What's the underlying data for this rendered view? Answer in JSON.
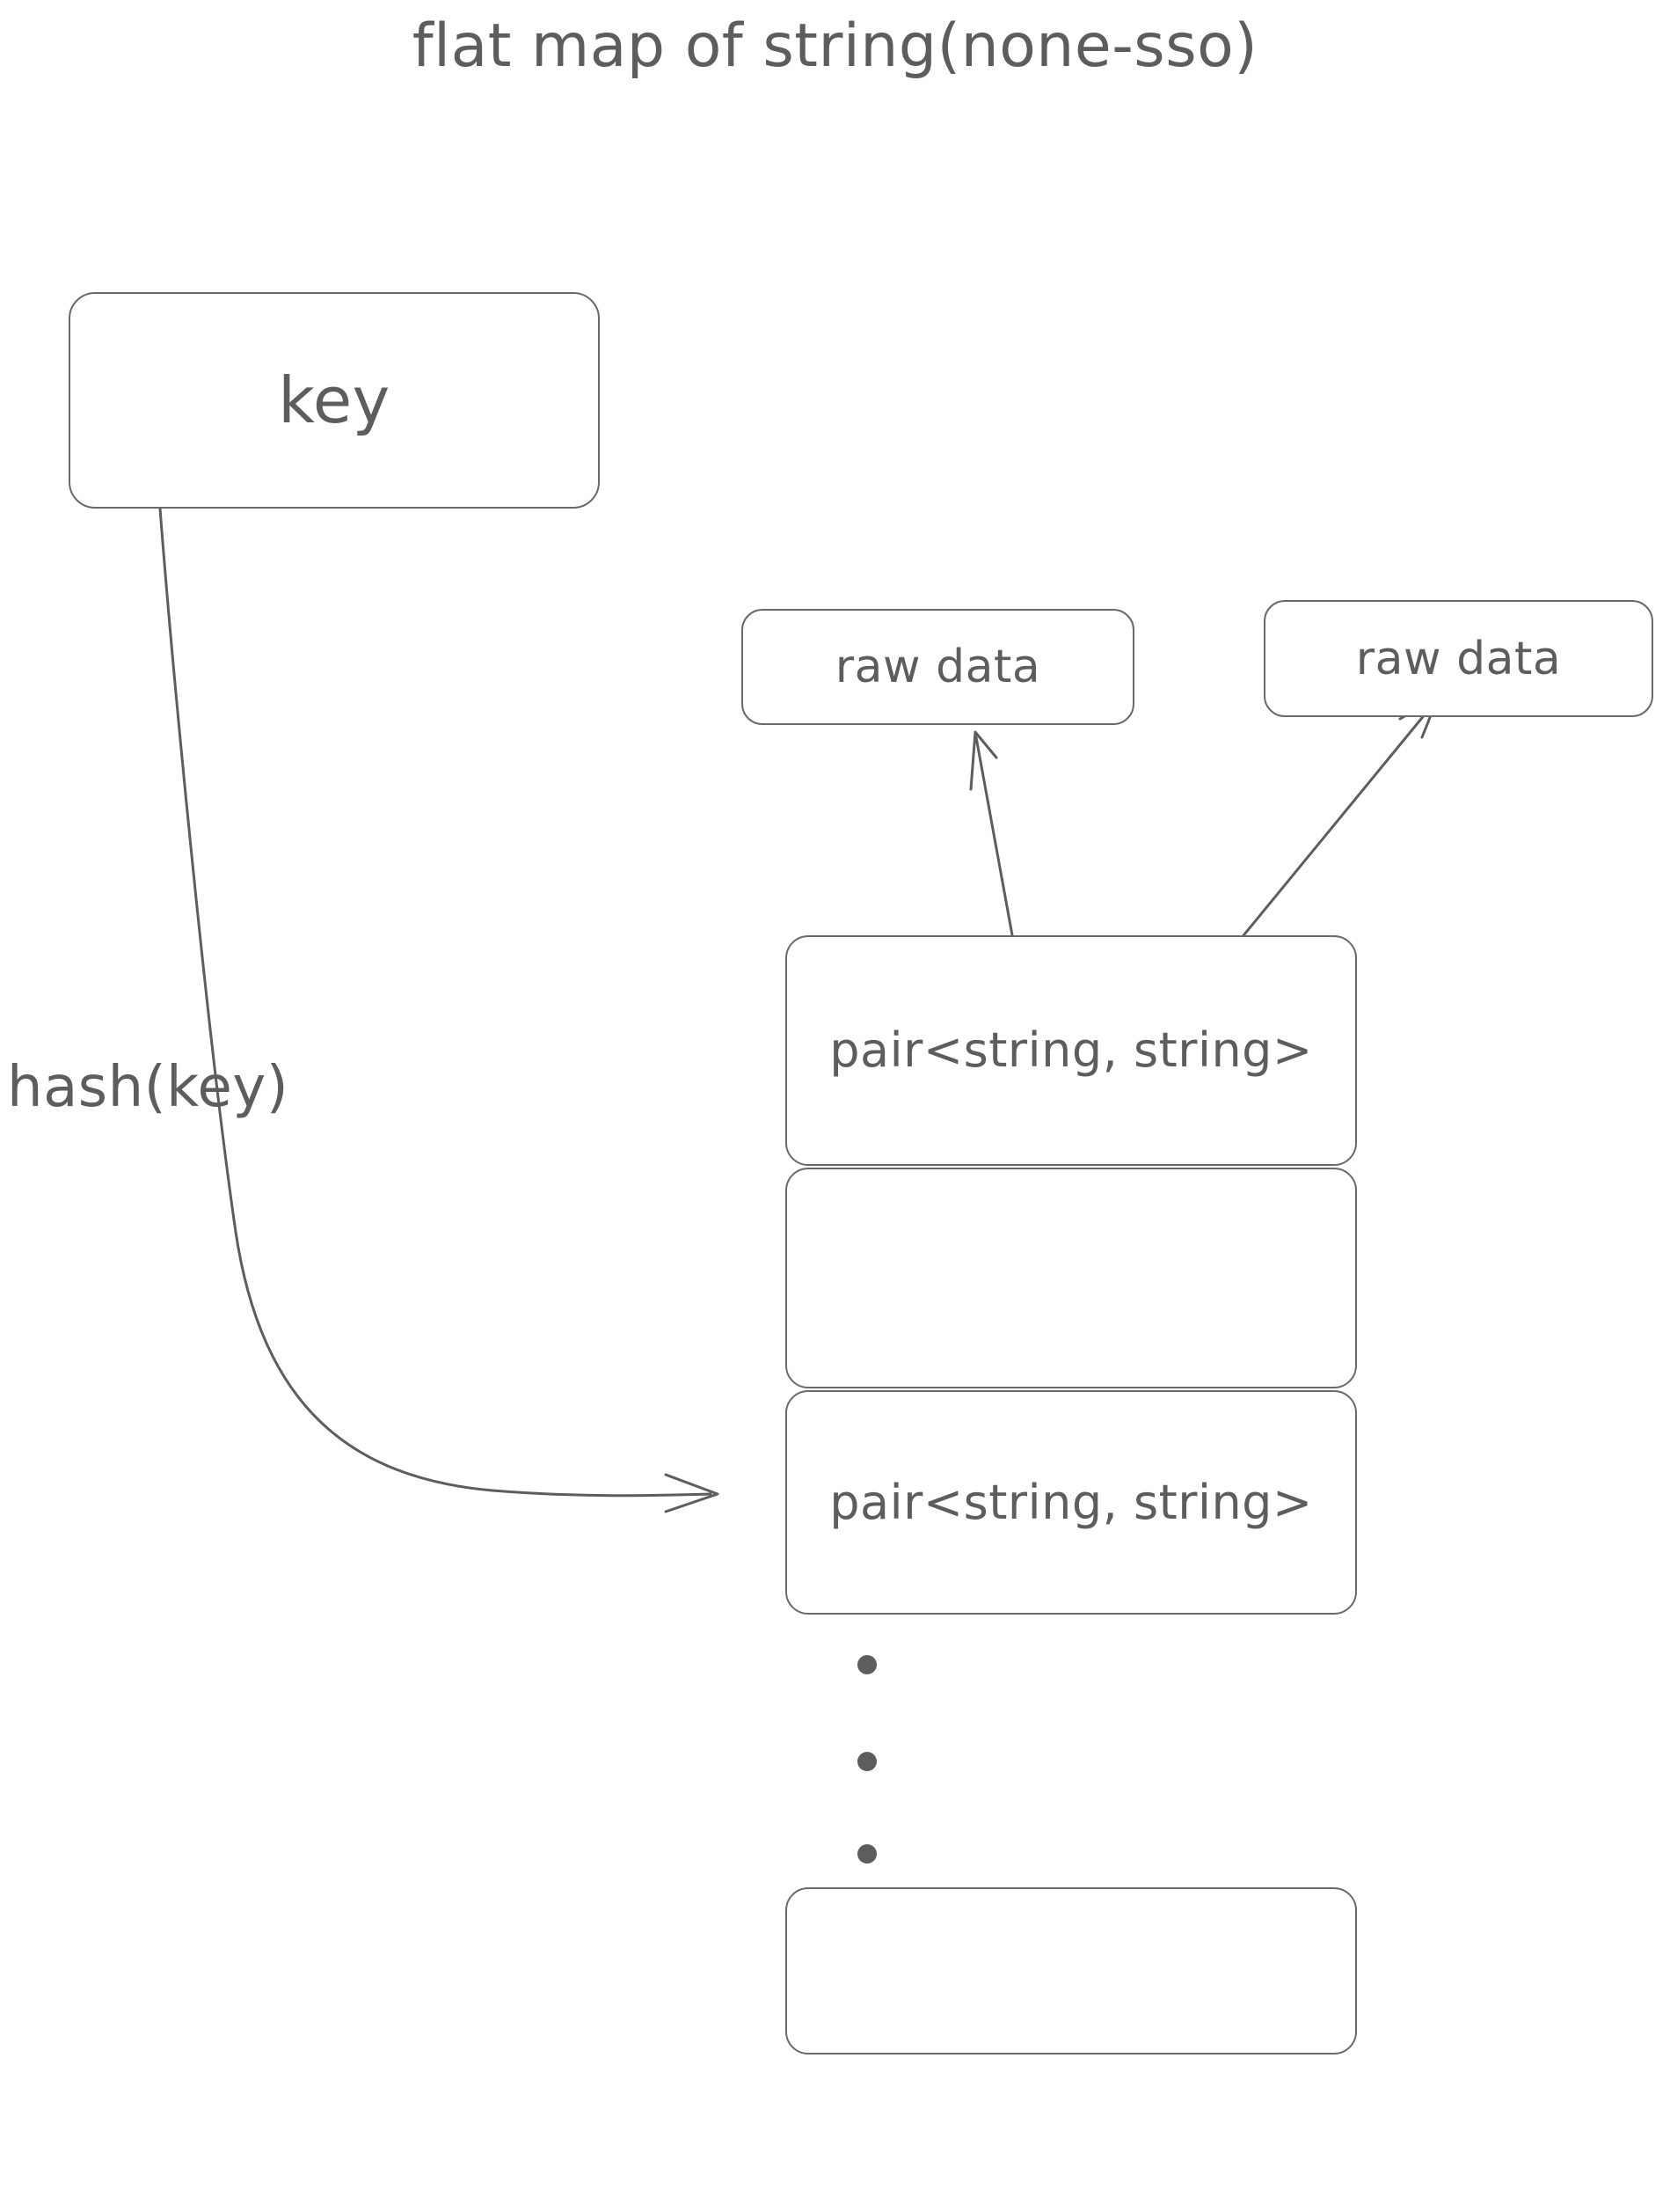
{
  "diagram": {
    "title": "flat map of string(none-sso)",
    "background": "#ffffff",
    "stroke_color": "#6a6a6a",
    "text_color": "#5d5d5d",
    "key_node": {
      "label": "key"
    },
    "hash_edge": {
      "label": "hash(key)"
    },
    "raw_data_nodes": [
      {
        "label": "raw data"
      },
      {
        "label": "raw data"
      }
    ],
    "bucket_slots": [
      {
        "label": "pair<string, string>",
        "empty": false
      },
      {
        "label": "",
        "empty": true
      },
      {
        "label": "pair<string, string>",
        "empty": false
      },
      {
        "label": "",
        "empty": true
      }
    ],
    "ellipsis": {
      "dots": 3
    }
  }
}
